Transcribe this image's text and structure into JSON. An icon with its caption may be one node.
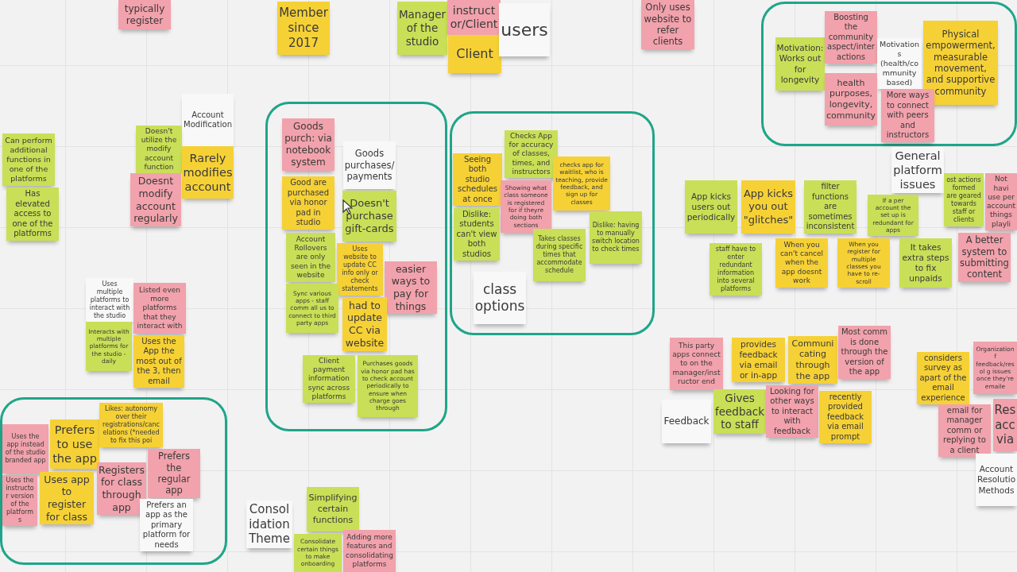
{
  "diagram": {
    "nodes": [
      {
        "text": [
          "typically register"
        ]
      },
      {
        "text": [
          "Member since 2017"
        ]
      },
      {
        "text": [
          "Manager of the studio"
        ]
      },
      {
        "text": [
          "instruct or/Client"
        ]
      },
      {
        "text": [
          "Client"
        ]
      },
      {
        "text": [
          "users"
        ]
      },
      {
        "text": [
          "Only uses website to refer clients"
        ]
      },
      {
        "text": [
          "Account Modification"
        ]
      },
      {
        "text": [
          "Doesn't utilize the modify account function"
        ]
      },
      {
        "text": [
          "Rarely modifies account"
        ]
      },
      {
        "text": [
          "Doesnt modify account regularly"
        ]
      },
      {
        "text": [
          "Can perform additional functions in one of the platforms"
        ]
      },
      {
        "text": [
          "Has elevated access to one of the platforms"
        ]
      },
      {
        "text": [
          "Uses multiple platforms to interact with the studio"
        ]
      },
      {
        "text": [
          "Listed even more platforms that they interact with"
        ]
      },
      {
        "text": [
          "Interacts with multiple platforms for the studio - daily"
        ]
      },
      {
        "text": [
          "Uses the App the most out of the 3, then email"
        ]
      },
      {
        "text": [],
        "shape": "box"
      },
      {
        "text": [
          "Uses the app instead of the studio branded app"
        ],
        "in": 17
      },
      {
        "text": [
          "Uses the instructor version of the platforms"
        ],
        "in": 17
      },
      {
        "text": [
          "Prefers to use the app"
        ],
        "in": 17
      },
      {
        "text": [
          "Uses app to register for class"
        ],
        "in": 17
      },
      {
        "text": [
          "Likes: autonomy over their registrations/cancelations (*needed to fix this poi"
        ],
        "in": 17
      },
      {
        "text": [
          "Registers for class through app"
        ],
        "in": 17
      },
      {
        "text": [
          "Prefers the regular app"
        ],
        "in": 17
      },
      {
        "text": [
          "Prefers an app as the primary platform for needs"
        ],
        "in": 17
      },
      {
        "text": [],
        "shape": "box"
      },
      {
        "text": [
          "Goods purch: via notebook system"
        ],
        "in": 26
      },
      {
        "text": [
          "Goods purchases/ payments"
        ],
        "in": 26
      },
      {
        "text": [
          "Good are purchased via honor pad in studio"
        ],
        "in": 26
      },
      {
        "text": [
          "Doesn't purchase gift-cards"
        ],
        "in": 26
      },
      {
        "text": [
          "Account Rollovers are only seen in the website"
        ],
        "in": 26
      },
      {
        "text": [
          "Uses website to update CC info only or check statements"
        ],
        "in": 26
      },
      {
        "text": [
          "easier ways to pay for things"
        ],
        "in": 26
      },
      {
        "text": [
          "Sync various apps - staff comm all us to connect to third party apps"
        ],
        "in": 26
      },
      {
        "text": [
          "had to update CC via website"
        ],
        "in": 26
      },
      {
        "text": [
          "Client payment information sync across platforms"
        ],
        "in": 26
      },
      {
        "text": [
          "Purchases goods via honor pad has to check account periodically to ensure when charge goes through"
        ],
        "in": 26
      },
      {
        "text": [],
        "shape": "box"
      },
      {
        "text": [
          "Seeing both studio schedules at once"
        ],
        "in": 38
      },
      {
        "text": [
          "Checks App for accuracy of classes, times, and instructors"
        ],
        "in": 38
      },
      {
        "text": [
          "checks app for waitlist, who is teaching, provide feedback, and sign up for classes"
        ],
        "in": 38
      },
      {
        "text": [
          "Showing what class someone is registered for if theyre doing both sections"
        ],
        "in": 38
      },
      {
        "text": [
          "Dislike: students can't view both studios"
        ],
        "in": 38
      },
      {
        "text": [
          "Takes classes during specific times that accommodate schedule"
        ],
        "in": 38
      },
      {
        "text": [
          "Dislike: having to manually switch location to check times"
        ],
        "in": 38
      },
      {
        "text": [
          "class options"
        ],
        "in": 38
      },
      {
        "text": [],
        "shape": "box"
      },
      {
        "text": [
          "Motivation: Works out for longevity"
        ],
        "in": 47
      },
      {
        "text": [
          "Boosting the community aspect/interactions"
        ],
        "in": 47
      },
      {
        "text": [
          "Motivations (health/community based)"
        ],
        "in": 47
      },
      {
        "text": [
          "Physical empowerment, measurable movement, and supportive community"
        ],
        "in": 47
      },
      {
        "text": [
          "health purposes, longevity, community"
        ],
        "in": 47
      },
      {
        "text": [
          "More ways to connect with peers and instructors"
        ],
        "in": 47
      },
      {
        "text": [
          "General platform issues"
        ]
      },
      {
        "text": [
          "App kicks users out periodically"
        ]
      },
      {
        "text": [
          "App kicks you out \"glitches\""
        ]
      },
      {
        "text": [
          "filter functions are sometimes inconsistent"
        ]
      },
      {
        "text": [
          "If a per account the set up is redundant for apps"
        ]
      },
      {
        "text": [
          "ost actions formed are geared towards staff or clients"
        ]
      },
      {
        "text": [
          "Not havi use per account things playli"
        ]
      },
      {
        "text": [
          "staff have to enter redundant information into several platforms"
        ]
      },
      {
        "text": [
          "When you can't cancel when the app doesnt work"
        ]
      },
      {
        "text": [
          "When you register for multiple classes you have to re-scroll"
        ]
      },
      {
        "text": [
          "It takes extra steps to fix unpaids"
        ]
      },
      {
        "text": [
          "A better system to submitting content"
        ]
      },
      {
        "text": [
          "This party apps connect to on the manager/instructor end"
        ]
      },
      {
        "text": [
          "provides feedback via email or in-app"
        ]
      },
      {
        "text": [
          "Communicating through the app"
        ]
      },
      {
        "text": [
          "Most comm is done through the version of the app"
        ]
      },
      {
        "text": [
          "Gives feedback to staff"
        ]
      },
      {
        "text": [
          "Feedback"
        ]
      },
      {
        "text": [
          "Looking for other ways to interact with feedback"
        ]
      },
      {
        "text": [
          "recently provided feedback via email prompt"
        ]
      },
      {
        "text": [
          "considers survey as apart of the email experience"
        ]
      },
      {
        "text": [
          "Organization f feedback/resol g issues once they're emaile"
        ]
      },
      {
        "text": [
          "email for manager comm or replying to a client"
        ]
      },
      {
        "text": [
          "Res acc via"
        ]
      },
      {
        "text": [
          "Account Resolutio Methods"
        ]
      },
      {
        "text": [
          "Consolidation Theme"
        ]
      },
      {
        "text": [
          "Simplifying certain functions"
        ]
      },
      {
        "text": [
          "Consolidate certain things to make onboarding"
        ]
      },
      {
        "text": [
          "Adding more features and consolidating platforms"
        ]
      }
    ]
  }
}
